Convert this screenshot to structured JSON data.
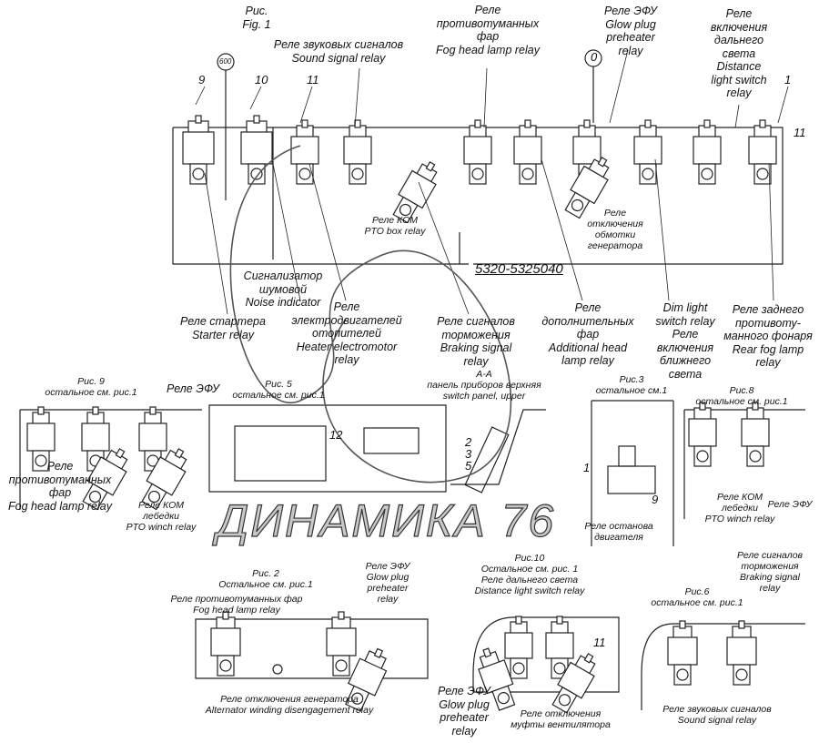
{
  "figure_main": {
    "title": [
      "Рис.",
      "Fig. 1"
    ],
    "part_number": "5320-5325040",
    "callouts": {
      "c600": "600",
      "c0": "0"
    }
  },
  "numbers": {
    "n9": "9",
    "n10": "10",
    "n11": "11",
    "n1": "1",
    "n11b": "11",
    "n12": "12",
    "n2": "2",
    "n3": "3",
    "n5": "5",
    "n1b": "1",
    "n9b": "9",
    "n11c": "11"
  },
  "labels": {
    "sound_top": [
      "Реле звуковых сигналов",
      "Sound signal relay"
    ],
    "fog_top": [
      "Реле",
      "противотуманных",
      "фар",
      "Fog head lamp relay"
    ],
    "glow_top": [
      "Реле ЭФУ",
      "Glow plug",
      "preheater",
      "relay"
    ],
    "distance_top": [
      "Реле",
      "включения",
      "дальнего",
      "света",
      "Distance",
      "light switch",
      "relay"
    ],
    "pto_box": [
      "Реле КОМ",
      "PTO box relay"
    ],
    "gen_winding": [
      "Реле",
      "отключения",
      "обмотки",
      "генератора"
    ],
    "noise": [
      "Сигнализатор",
      "шумовой",
      "Noise indicator"
    ],
    "starter": [
      "Реле стартера",
      "Starter relay"
    ],
    "heater": [
      "Реле",
      "электродвигателей",
      "отопителей",
      "Heater electromotor",
      "relay"
    ],
    "braking": [
      "Реле сигналов",
      "торможения",
      "Braking signal",
      "relay"
    ],
    "additional": [
      "Реле",
      "дополнительных",
      "фар",
      "Additional head",
      "lamp relay"
    ],
    "dim": [
      "Dim light",
      "switch relay",
      "Реле",
      "включения",
      "ближнего",
      "света"
    ],
    "rear_fog": [
      "Реле заднего",
      "противоту-",
      "манного фонаря",
      "Rear fog lamp",
      "relay"
    ],
    "fig9": [
      "Рис. 9",
      "остальное см. рис.1"
    ],
    "fig9_glow": [
      "Реле ЭФУ"
    ],
    "fig5": [
      "Рис. 5",
      "остальное см. рис.1"
    ],
    "section_aa": [
      "А-А",
      "панель приборов верхняя",
      "switch panel, upper"
    ],
    "fig3": [
      "Рис.3",
      "остальное см.1"
    ],
    "fig8": [
      "Рис.8",
      "остальное см. рис.1"
    ],
    "fig9_fog": [
      "Реле",
      "противотуманных",
      "фар",
      "Fog head lamp relay"
    ],
    "fig9_pto": [
      "Реле КОМ",
      "лебедки",
      "PTO winch relay"
    ],
    "engine_stop": [
      "Реле останова",
      "двигателя"
    ],
    "fig8_pto": [
      "Реле КОМ",
      "лебедки",
      "PTO winch relay"
    ],
    "fig8_glow": [
      "Реле ЭФУ"
    ],
    "fig2": [
      "Рис. 2",
      "Остальное см. рис.1"
    ],
    "fig2_fog": [
      "Реле противотуманных фар",
      "Fog head lamp relay"
    ],
    "fig2_glow": [
      "Реле ЭФУ",
      "Glow plug",
      "preheater",
      "relay"
    ],
    "fig10": [
      "Рис.10",
      "Остальное см. рис. 1",
      "Реле дальнего света",
      "Distance light switch relay"
    ],
    "fig6_braking": [
      "Реле сигналов",
      "торможения",
      "Braking signal",
      "relay"
    ],
    "fig6": [
      "Рис.6",
      "остальное см. рис.1"
    ],
    "alternator": [
      "Реле отключения генератора",
      "Alternator winding disengagement relay"
    ],
    "fig10_glow": [
      "Реле ЭФУ",
      "Glow plug",
      "preheater",
      "relay"
    ],
    "fan_clutch": [
      "Реле отключения",
      "муфты вентилятора"
    ],
    "fig6_sound": [
      "Реле звуковых сигналов",
      "Sound signal relay"
    ]
  },
  "watermark": "ДИНАМИКА 76"
}
